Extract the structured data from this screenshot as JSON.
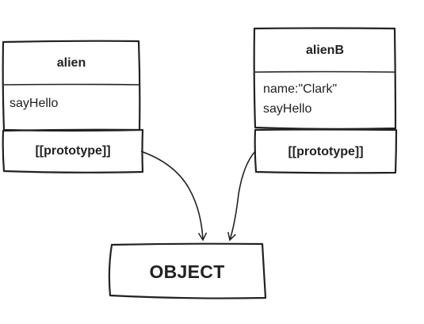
{
  "nodes": {
    "alien": {
      "title": "alien",
      "members": [
        "sayHello"
      ],
      "prototype_label": "[[prototype]]"
    },
    "alienB": {
      "title": "alienB",
      "members": [
        "name:\"Clark\"",
        "sayHello"
      ],
      "prototype_label": "[[prototype]]"
    },
    "object": {
      "label": "OBJECT"
    }
  },
  "edges": [
    {
      "from": "alien.prototype",
      "to": "object"
    },
    {
      "from": "alienB.prototype",
      "to": "object"
    }
  ],
  "style": {
    "stroke_color": "#222222",
    "text_color": "#222222",
    "background": "#ffffff"
  }
}
